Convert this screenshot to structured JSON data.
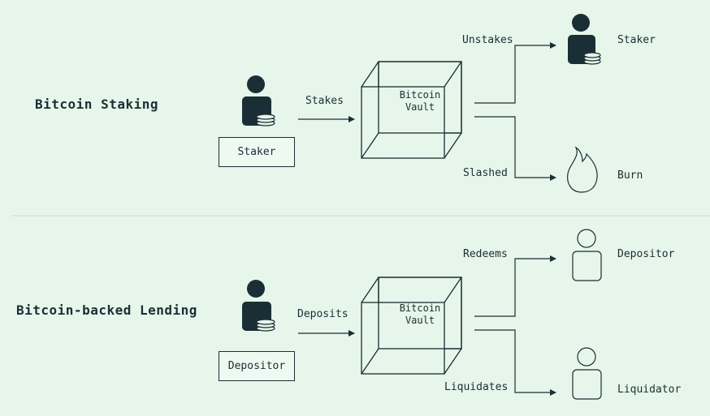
{
  "staking": {
    "title": "Bitcoin Staking",
    "actor_label": "Staker",
    "stake_arrow": "Stakes",
    "vault_line1": "Bitcoin",
    "vault_line2": "Vault",
    "out_top_arrow": "Unstakes",
    "out_top_target": "Staker",
    "out_bottom_arrow": "Slashed",
    "out_bottom_target": "Burn"
  },
  "lending": {
    "title": "Bitcoin-backed Lending",
    "actor_label": "Depositor",
    "deposit_arrow": "Deposits",
    "vault_line1": "Bitcoin",
    "vault_line2": "Vault",
    "out_top_arrow": "Redeems",
    "out_top_target": "Depositor",
    "out_bottom_arrow": "Liquidates",
    "out_bottom_target": "Liquidator"
  },
  "colors": {
    "background": "#e6f6ea",
    "ink": "#1a2e35",
    "divider": "#cfe3d5"
  }
}
